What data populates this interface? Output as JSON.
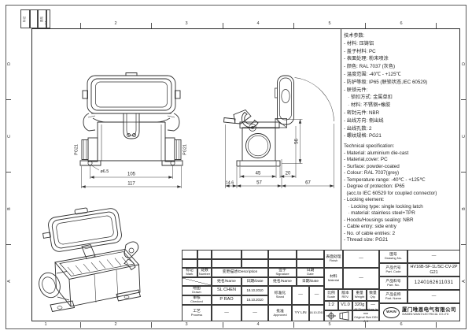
{
  "frame": {
    "top_numbers": [
      "1",
      "2",
      "3",
      "4",
      "5",
      "6"
    ],
    "bottom_numbers": [
      "1",
      "2",
      "3",
      "4",
      "5",
      "6"
    ],
    "left_letters": [
      "D",
      "C",
      "B",
      "A"
    ],
    "right_letters": [
      "D",
      "C",
      "B",
      "A"
    ],
    "corner_block": {
      "c1": "标记",
      "c3": "更改"
    }
  },
  "specs_cn": {
    "lines": [
      "技术参数:",
      "- 材料: 压铸铝",
      "- 盖子材料: PC",
      "- 表面处理: 粉末喷涂",
      "- 颜色: RAL 7037 (灰色)",
      "- 温度范围: -40℃ - +125℃",
      "- 防护等级: IP65 (联锁状态,IEC 60529)",
      "- 联锁元件:",
      "   · 锁扣方式: 金属单扣",
      "   · 材料: 不锈钢+橡胶",
      "- 密封元件: NBR",
      "- 出线方向: 侧出线",
      "- 出线孔数: 2",
      "- 螺纹规格: PG21"
    ]
  },
  "specs_en": {
    "lines": [
      "Technical specification:",
      "- Material: aluminium die-cast",
      "- Material,cover: PC",
      "- Surface: powder-coated",
      "- Colour: RAL 7037(grey)",
      "- Temperature range: -40℃ - +125℃",
      "- Degree of protection: IP65",
      "  (acc.to IEC 60529 for coupled connector)",
      "- Locking element:",
      "   · Locking type: single locking latch",
      "   · material: stainless steel+TPR",
      "- Hoods/Housings sealing: NBR",
      "- Cable entry: side entry",
      "- No. of cable entries: 2",
      "- Thread size: PG21"
    ]
  },
  "front_view": {
    "dim_inner": "105",
    "dim_outer": "117",
    "hole_dia": "ø6.5",
    "thread_left": "PG21",
    "thread_right": "PG21"
  },
  "side_view": {
    "dim_base": "45",
    "dim_hinge": "20",
    "dim_left": "14.6",
    "dim_body": "57",
    "dim_swing": "67",
    "dim_height": "56"
  },
  "title_block": {
    "mark_cn": "标记",
    "mark_en": "Mark",
    "number_cn": "处数",
    "number_en": "Number",
    "description": "变更描述/Description",
    "signature_cn": "签字",
    "signature_en": "Signature",
    "date_cn": "日期",
    "date_en": "Date",
    "name_header": "姓名/Name",
    "date_header": "日期/Date",
    "drawn_cn": "绘图",
    "drawn_en": "Drawn",
    "drawn_name": "SL CHEN",
    "drawn_date": "18.10.2010",
    "stand_cn": "标准化",
    "stand_en": "Stand",
    "stand_sig": "—",
    "stand_date": "—",
    "checked_cn": "审核",
    "checked_en": "Checked",
    "checked_name": "P RAO",
    "checked_date": "18.10.2010",
    "process_cn": "工艺",
    "process_en": "Process",
    "process_name": "—",
    "process_date": "—",
    "approved_cn": "批准",
    "approved_en": "Approved",
    "approved_name": "YY LIN",
    "approved_date": "18.10.2010",
    "finish_cn": "表面处理",
    "finish_en": "Finish",
    "finish_val": "—",
    "material_cn": "材料",
    "material_en": "Material",
    "material_val": "—",
    "scale_cn": "比例",
    "scale_en": "Scale",
    "scale_val": "1:2",
    "rev_cn": "版本",
    "rev_en": "REV.",
    "rev_val": "V1.0",
    "weight_cn": "重量",
    "weight_en": "Weight",
    "weight_val": "320g",
    "qty_cn": "数量",
    "qty_en": "Qty.",
    "qty_val": "—",
    "note_line1": "All Dimensions in mm",
    "note_line2": "Original Size DIN A 4",
    "drawing_no_cn": "图号",
    "drawing_no_en": "Drawing No.",
    "drawing_no_val": "—",
    "part_code_cn": "产品代号",
    "part_code_en": "Part. Code",
    "part_code_val": "HV16B-SF-1L/SC-CV-2PG21",
    "part_no_cn": "产品料号",
    "part_no_en": "Part. No.",
    "part_no_val": "1240162611031",
    "part_name_cn": "产品名称",
    "part_name_en": "Part. Name",
    "part_name_val": "—",
    "company_logo": "WAIN",
    "company_cn": "厦门唯恩电气有限公司",
    "company_en": "XIAMEN WAIN ELECTRICAL CO.LTD"
  }
}
